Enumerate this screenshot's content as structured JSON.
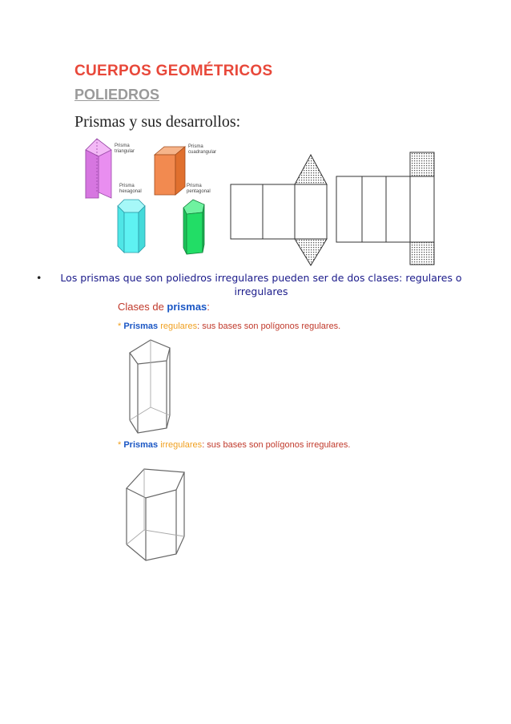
{
  "header": {
    "title": "CUERPOS GEOMÉTRICOS",
    "subtitle": "POLIEDROS",
    "heading": "Prismas y sus desarrollos:"
  },
  "prism_labels": {
    "triangular": [
      "Prisma",
      "triangular"
    ],
    "cuadrangular": [
      "Prisma",
      "cuadrangular"
    ],
    "hexagonal": [
      "Prisma",
      "hexagonal"
    ],
    "pentagonal": [
      "Prisma",
      "pentagonal"
    ]
  },
  "colors": {
    "triangular": "#e98ef0",
    "cuadrangular": "#f28a50",
    "hexagonal": "#5ef2f2",
    "pentagonal": "#22dd66"
  },
  "bullet": {
    "text": "Los prismas que son poliedros irregulares pueden ser de dos clases: regulares o irregulares"
  },
  "clases": {
    "heading_part1": "Clases de ",
    "heading_part2": "prismas",
    "heading_part3": ":",
    "regular_star": "* ",
    "regular_word": "Prismas",
    "regular_type": " regulares",
    "regular_desc": ": sus bases son polígonos regulares.",
    "irregular_star": "* ",
    "irregular_word": "Prismas",
    "irregular_type": " irregulares",
    "irregular_desc": ": sus bases son polígonos irregulares."
  }
}
